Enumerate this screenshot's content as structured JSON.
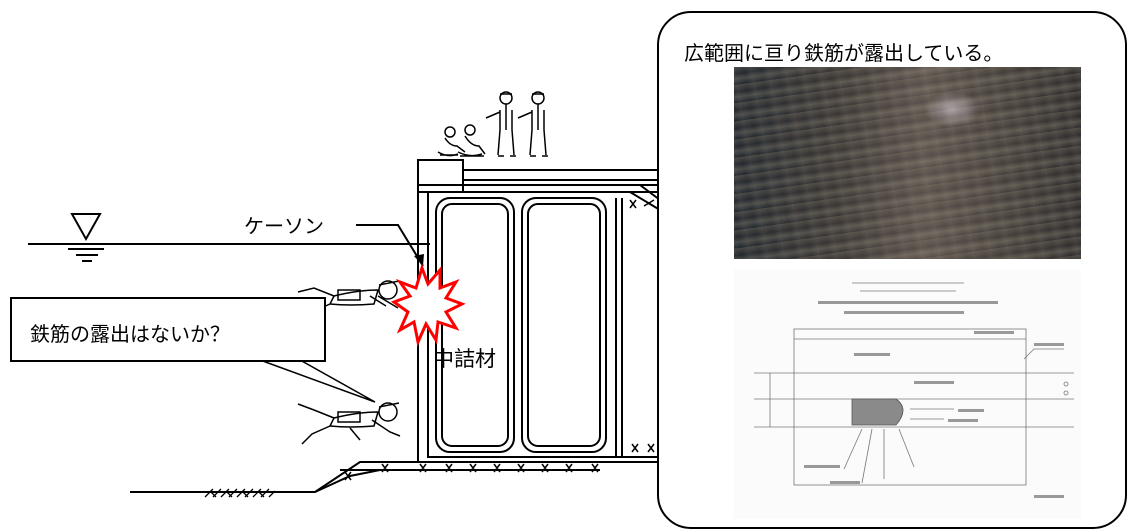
{
  "labels": {
    "caisson": "ケーソン",
    "fill_material": "中詰材"
  },
  "callout": {
    "text": "鉄筋の露出はないか？"
  },
  "panel": {
    "caption": "広範囲に亘り鉄筋が露出している。"
  },
  "colors": {
    "line": "#000000",
    "damage_burst": "#ff0000",
    "photo_dark": "#1c2833"
  },
  "icons": {
    "water_level": "water-level-triangle-icon",
    "damage": "damage-burst-icon"
  }
}
